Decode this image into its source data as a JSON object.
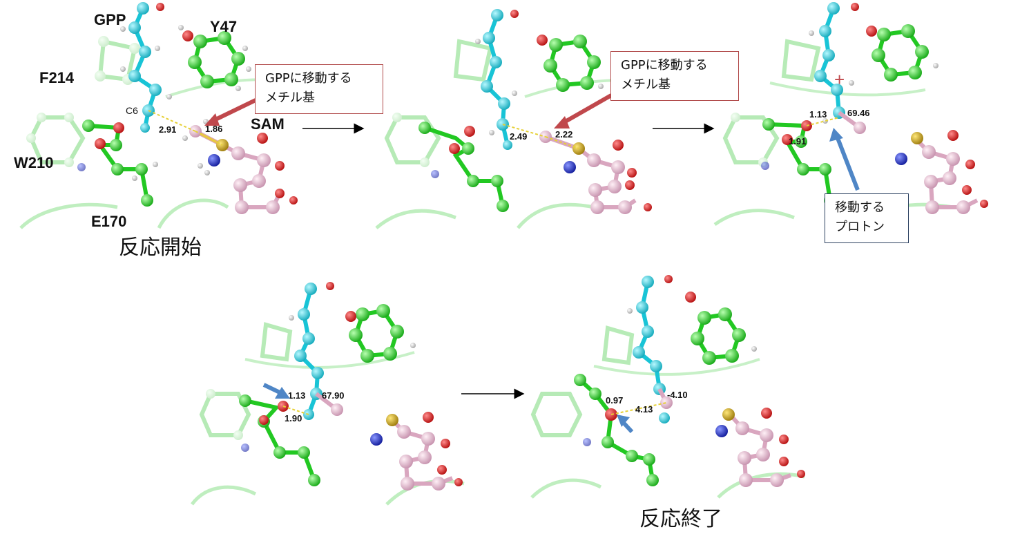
{
  "panels": [
    {
      "id": "p1",
      "residue_labels": [
        "GPP",
        "Y47",
        "F214",
        "W210",
        "E170",
        "SAM"
      ],
      "atom_label": "C6",
      "distances": [
        "2.91",
        "1.86"
      ],
      "stage_label": "反応開始",
      "callout": {
        "line1": "GPPに移動する",
        "line2": "メチル基"
      }
    },
    {
      "id": "p2",
      "distances": [
        "2.49",
        "2.22"
      ],
      "callout": {
        "line1": "GPPに移動する",
        "line2": "メチル基"
      }
    },
    {
      "id": "p3",
      "distances": [
        "1.13",
        "69.46",
        "1.91"
      ],
      "charge": "+",
      "callout": {
        "line1": "移動する",
        "line2": "プロトン"
      }
    },
    {
      "id": "p4",
      "distances": [
        "1.13",
        "67.90",
        "1.90"
      ]
    },
    {
      "id": "p5",
      "distances": [
        "0.97",
        "-4.10",
        "4.13"
      ],
      "stage_label": "反応終了"
    }
  ],
  "colors": {
    "gpp_carbon": "#22d3e6",
    "residue_carbon": "#2ee62e",
    "sam_carbon": "#eab8cf",
    "oxygen": "#e01a1a",
    "nitrogen": "#2233cc",
    "sulfur": "#c8a21e",
    "hydrogen": "#e8e8e8",
    "ribbon": "#7fdc7f",
    "red_arrow": "#c0484c",
    "blue_arrow": "#4f86c6",
    "reaction_arrow": "#000000"
  }
}
